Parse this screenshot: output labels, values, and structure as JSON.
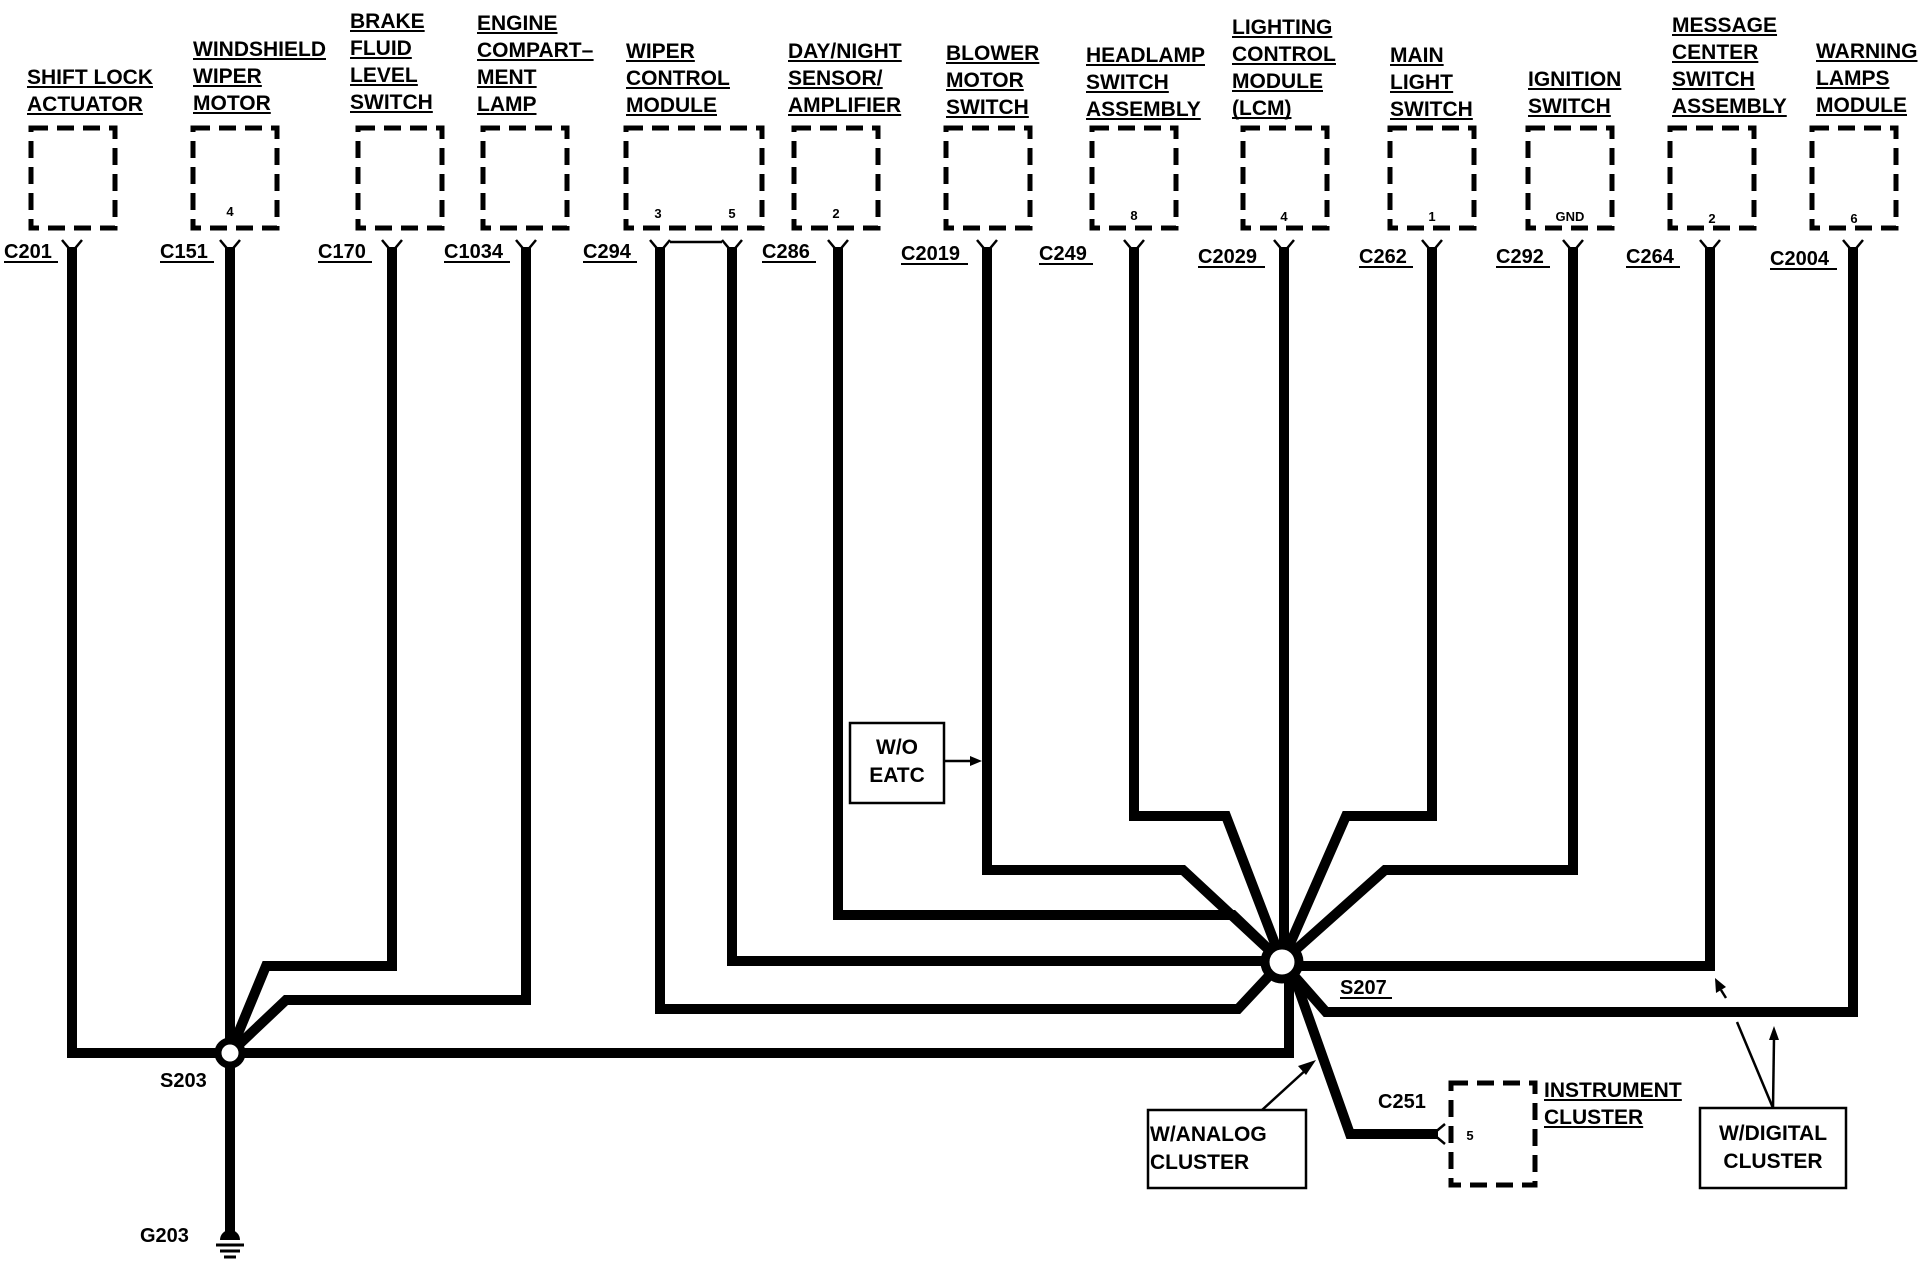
{
  "components": [
    {
      "name_lines": [
        "SHIFT LOCK",
        "ACTUATOR"
      ],
      "connector": "C201",
      "pin": ""
    },
    {
      "name_lines": [
        "WINDSHIELD",
        "WIPER",
        "MOTOR"
      ],
      "connector": "C151",
      "pin": "4"
    },
    {
      "name_lines": [
        "BRAKE",
        "FLUID",
        "LEVEL",
        "SWITCH"
      ],
      "connector": "C170",
      "pin": ""
    },
    {
      "name_lines": [
        "ENGINE",
        "COMPART–",
        "MENT",
        "LAMP"
      ],
      "connector": "C1034",
      "pin": ""
    },
    {
      "name_lines": [
        "WIPER",
        "CONTROL",
        "MODULE"
      ],
      "connector": "C294",
      "pins": [
        "3",
        "5"
      ]
    },
    {
      "name_lines": [
        "DAY/NIGHT",
        "SENSOR/",
        "AMPLIFIER"
      ],
      "connector": "C286",
      "pin": "2"
    },
    {
      "name_lines": [
        "BLOWER",
        "MOTOR",
        "SWITCH"
      ],
      "connector": "C2019",
      "pin": ""
    },
    {
      "name_lines": [
        "HEADLAMP",
        "SWITCH",
        "ASSEMBLY"
      ],
      "connector": "C249",
      "pin": "8"
    },
    {
      "name_lines": [
        "LIGHTING",
        "CONTROL",
        "MODULE",
        "(LCM)"
      ],
      "connector": "C2029",
      "pin": "4"
    },
    {
      "name_lines": [
        "MAIN",
        "LIGHT",
        "SWITCH"
      ],
      "connector": "C262",
      "pin": "1"
    },
    {
      "name_lines": [
        "IGNITION",
        "SWITCH"
      ],
      "connector": "C292",
      "pin": "GND"
    },
    {
      "name_lines": [
        "MESSAGE",
        "CENTER",
        "SWITCH",
        "ASSEMBLY"
      ],
      "connector": "C264",
      "pin": "2"
    },
    {
      "name_lines": [
        "WARNING",
        "LAMPS",
        "MODULE"
      ],
      "connector": "C2004",
      "pin": "6"
    }
  ],
  "splices": {
    "s203": "S203",
    "s207": "S207"
  },
  "ground": "G203",
  "instrument_cluster": {
    "name_lines": [
      "INSTRUMENT",
      "CLUSTER"
    ],
    "connector": "C251",
    "pin": "5"
  },
  "notes": {
    "wo_eatc": [
      "W/O",
      "EATC"
    ],
    "analog": [
      "W/ANALOG",
      "CLUSTER"
    ],
    "digital": [
      "W/DIGITAL",
      "CLUSTER"
    ]
  }
}
